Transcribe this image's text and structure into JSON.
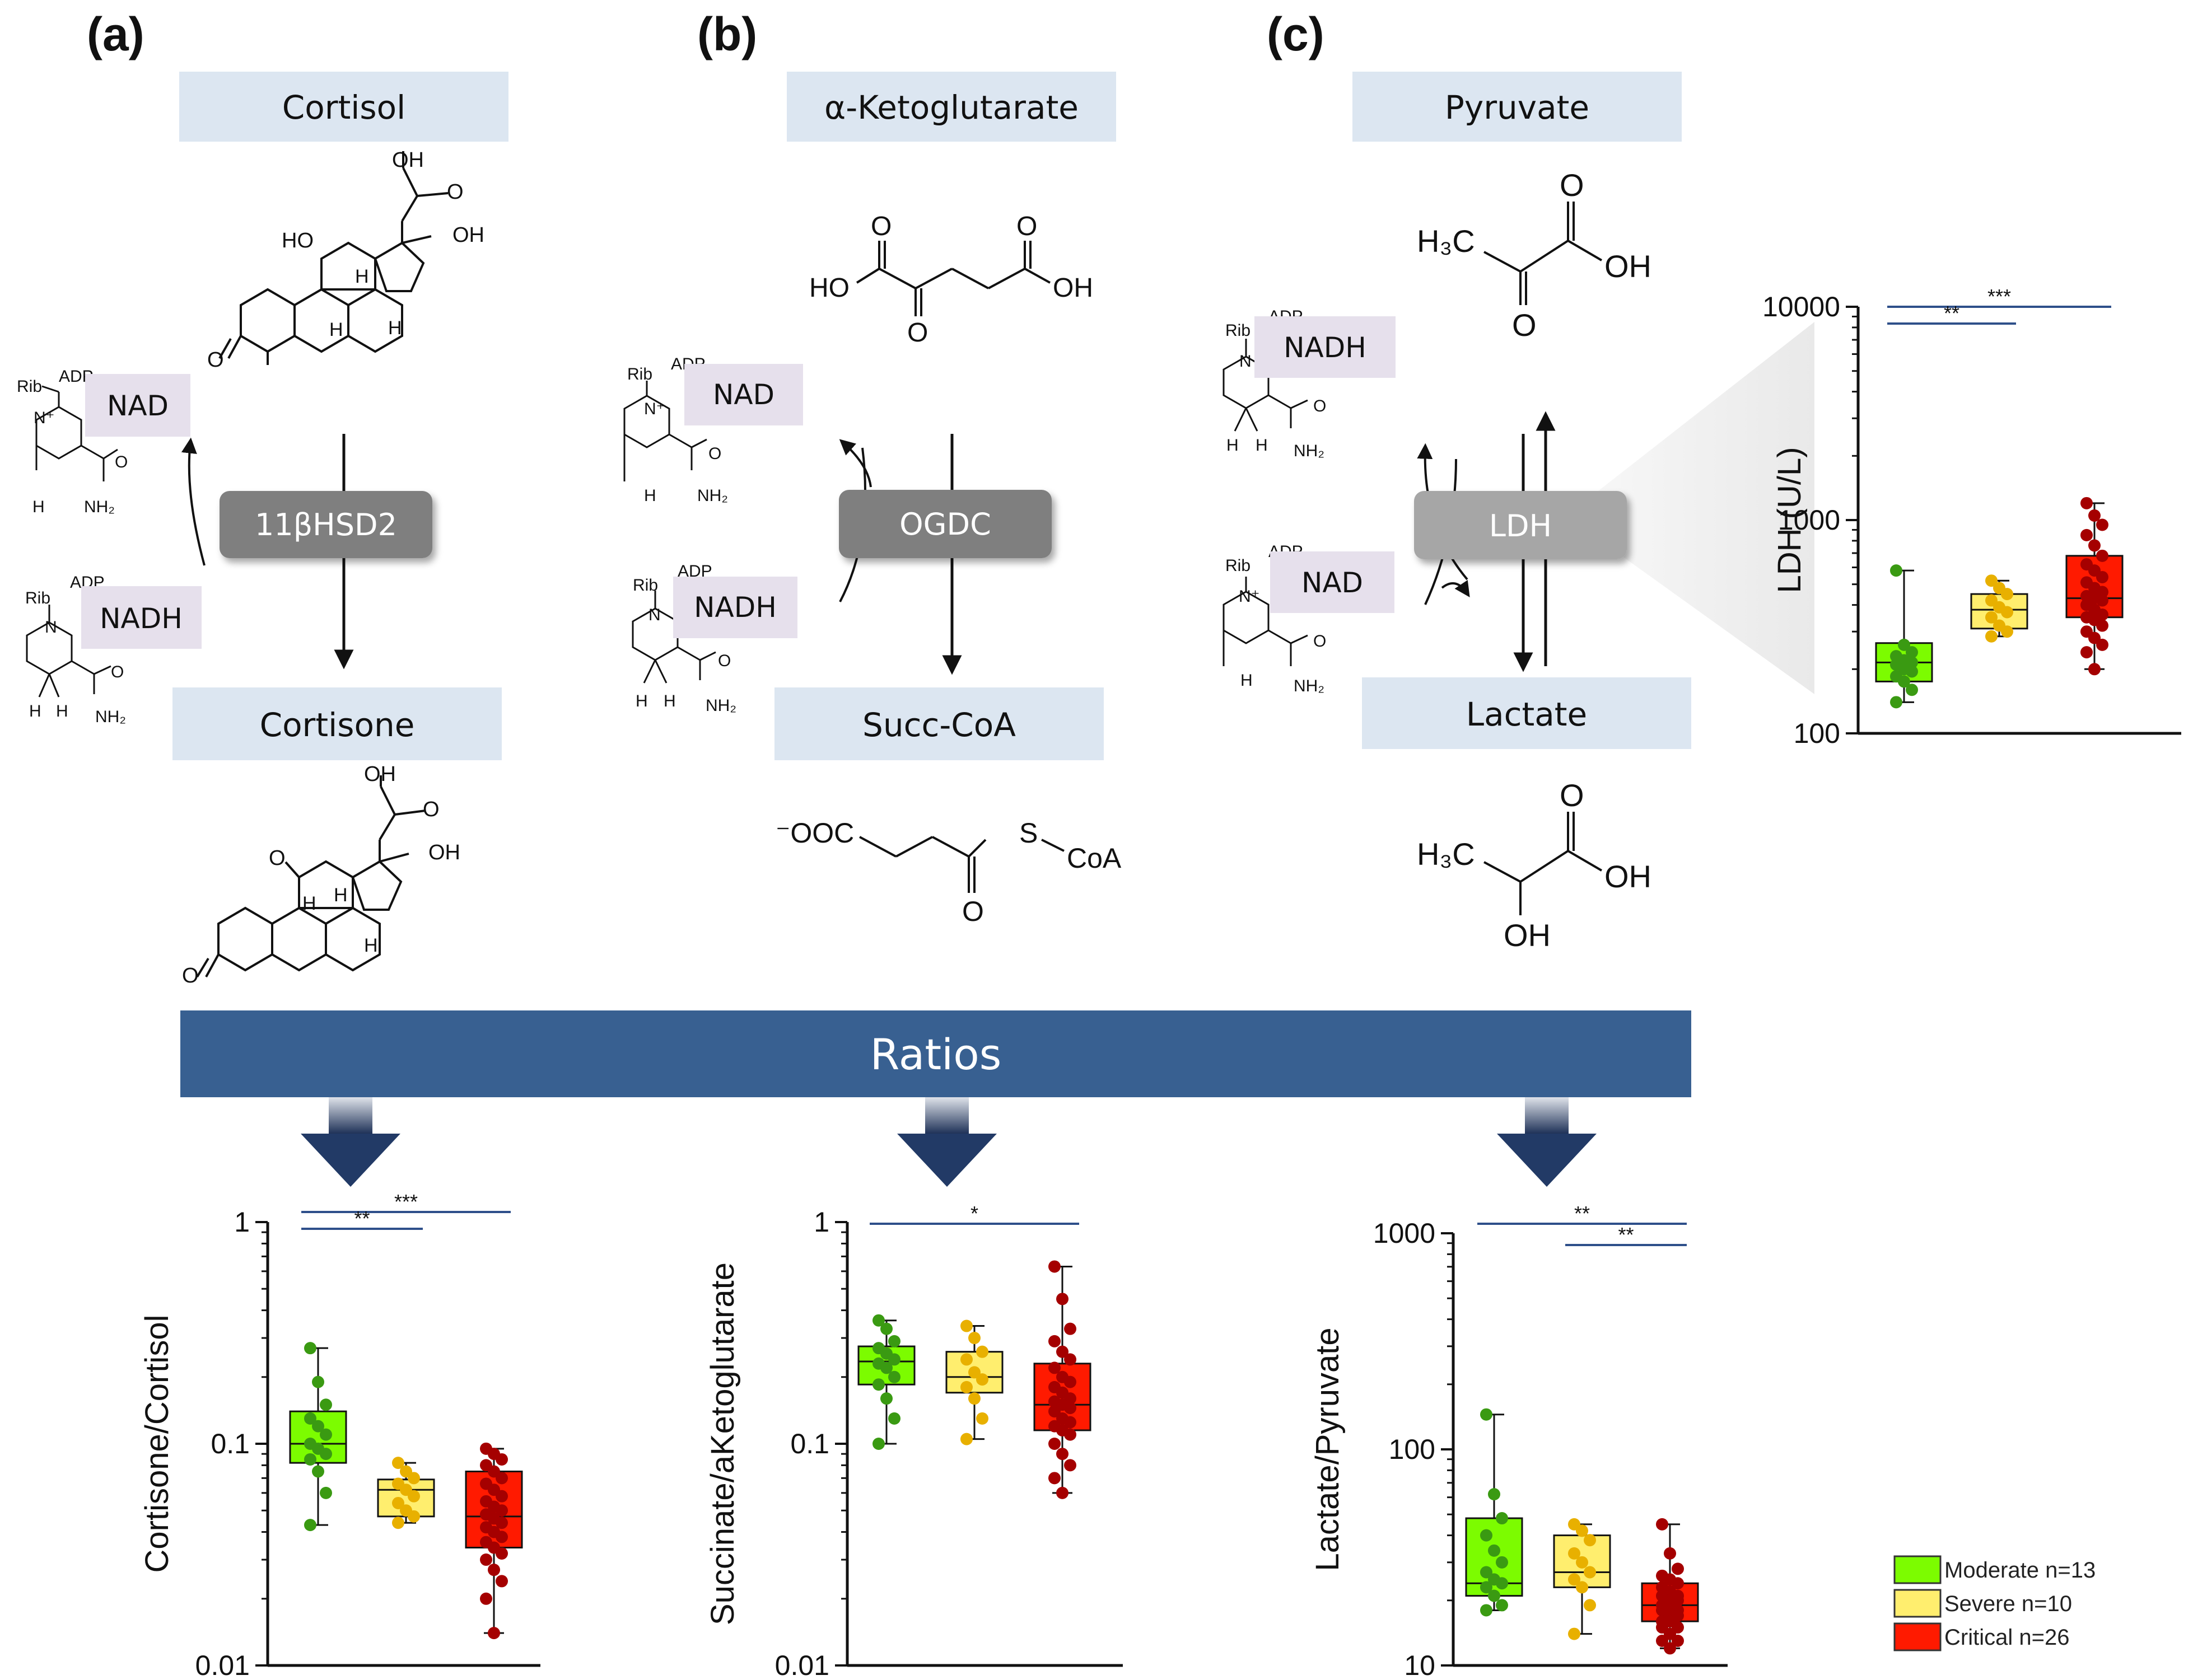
{
  "panels": {
    "a": {
      "label": "(a)",
      "substrate": "Cortisol",
      "product": "Cortisone",
      "enzyme": "11βHSD2",
      "cofactor_top": "NAD",
      "cofactor_bottom": "NADH"
    },
    "b": {
      "label": "(b)",
      "substrate": "α-Ketoglutarate",
      "product": "Succ-CoA",
      "enzyme": "OGDC",
      "cofactor_top": "NAD",
      "cofactor_bottom": "NADH"
    },
    "c": {
      "label": "(c)",
      "substrate": "Pyruvate",
      "product": "Lactate",
      "enzyme": "LDH",
      "cofactor_top": "NADH",
      "cofactor_bottom": "NAD"
    }
  },
  "structure_text": {
    "oh": "OH",
    "o": "O",
    "ho": "HO",
    "h": "H",
    "rib": "Rib",
    "adp": "ADP",
    "nh2": "NH₂",
    "h3c": "H₃C",
    "coa": "CoA",
    "s": "S",
    "ooc": "⁻OOC",
    "n": "N",
    "nplus": "N⁺"
  },
  "banner": {
    "label": "Ratios"
  },
  "colors": {
    "moderate": "#7cfc00",
    "moderate_dot": "#3a9a12",
    "severe": "#ffee6e",
    "severe_dot": "#e8b000",
    "critical": "#ff1a00",
    "critical_dot": "#a50000",
    "box_label_bg": "#dce6f1",
    "cofactor_bg": "#e6e0ec",
    "enzyme_bg": "#7f7f7f",
    "banner_bg": "#386091",
    "sig_line": "#2e4f8a"
  },
  "legend": [
    {
      "key": "moderate",
      "label": "Moderate n=13"
    },
    {
      "key": "severe",
      "label": "Severe n=10"
    },
    {
      "key": "critical",
      "label": "Critical n=26"
    }
  ],
  "chart_data": [
    {
      "type": "box",
      "id": "ldh",
      "ylabel": "LDH (U/L)",
      "yscale": "log",
      "ylim": [
        100,
        10000
      ],
      "yticks": [
        "100",
        "1000",
        "10000"
      ],
      "groups": [
        {
          "key": "moderate",
          "min": 140,
          "q1": 175,
          "median": 215,
          "q3": 265,
          "max": 580,
          "points": [
            580,
            260,
            240,
            230,
            220,
            215,
            210,
            200,
            195,
            185,
            175,
            160,
            140
          ]
        },
        {
          "key": "severe",
          "min": 285,
          "q1": 310,
          "median": 380,
          "q3": 450,
          "max": 520,
          "points": [
            520,
            480,
            450,
            420,
            390,
            370,
            350,
            320,
            300,
            285
          ]
        },
        {
          "key": "critical",
          "min": 200,
          "q1": 350,
          "median": 430,
          "q3": 680,
          "max": 1200,
          "points": [
            1200,
            1050,
            950,
            850,
            760,
            680,
            620,
            580,
            540,
            510,
            480,
            460,
            440,
            430,
            420,
            400,
            380,
            360,
            350,
            340,
            320,
            300,
            280,
            260,
            240,
            200
          ]
        }
      ],
      "significance": [
        {
          "from": 0,
          "to": 2,
          "label": "***"
        },
        {
          "from": 0,
          "to": 1,
          "label": "**"
        }
      ]
    },
    {
      "type": "box",
      "id": "cortisone-cortisol",
      "ylabel": "Cortisone/Cortisol",
      "yscale": "log",
      "ylim": [
        0.01,
        1
      ],
      "yticks": [
        "0.01",
        "0.1",
        "1"
      ],
      "groups": [
        {
          "key": "moderate",
          "min": 0.043,
          "q1": 0.082,
          "median": 0.1,
          "q3": 0.14,
          "max": 0.27,
          "points": [
            0.27,
            0.19,
            0.15,
            0.13,
            0.12,
            0.11,
            0.1,
            0.095,
            0.09,
            0.085,
            0.075,
            0.06,
            0.043
          ]
        },
        {
          "key": "severe",
          "min": 0.044,
          "q1": 0.047,
          "median": 0.062,
          "q3": 0.069,
          "max": 0.082,
          "points": [
            0.082,
            0.075,
            0.07,
            0.066,
            0.062,
            0.058,
            0.054,
            0.05,
            0.047,
            0.044
          ]
        },
        {
          "key": "critical",
          "min": 0.014,
          "q1": 0.034,
          "median": 0.047,
          "q3": 0.075,
          "max": 0.095,
          "points": [
            0.095,
            0.09,
            0.085,
            0.08,
            0.075,
            0.07,
            0.066,
            0.062,
            0.058,
            0.055,
            0.052,
            0.05,
            0.048,
            0.046,
            0.044,
            0.042,
            0.04,
            0.038,
            0.036,
            0.034,
            0.032,
            0.03,
            0.027,
            0.024,
            0.02,
            0.014
          ]
        }
      ],
      "significance": [
        {
          "from": 0,
          "to": 2,
          "label": "***"
        },
        {
          "from": 0,
          "to": 1,
          "label": "**"
        }
      ]
    },
    {
      "type": "box",
      "id": "succinate-aketoglutarate",
      "ylabel": "Succinate/aKetoglutarate",
      "yscale": "log",
      "ylim": [
        0.01,
        1
      ],
      "yticks": [
        "0.01",
        "0.1",
        "1"
      ],
      "groups": [
        {
          "key": "moderate",
          "min": 0.1,
          "q1": 0.185,
          "median": 0.235,
          "q3": 0.275,
          "max": 0.36,
          "points": [
            0.36,
            0.33,
            0.29,
            0.27,
            0.255,
            0.24,
            0.23,
            0.22,
            0.2,
            0.185,
            0.16,
            0.13,
            0.1
          ]
        },
        {
          "key": "severe",
          "min": 0.105,
          "q1": 0.17,
          "median": 0.2,
          "q3": 0.26,
          "max": 0.34,
          "points": [
            0.34,
            0.3,
            0.26,
            0.24,
            0.21,
            0.195,
            0.18,
            0.16,
            0.13,
            0.105
          ]
        },
        {
          "key": "critical",
          "min": 0.06,
          "q1": 0.115,
          "median": 0.15,
          "q3": 0.23,
          "max": 0.63,
          "points": [
            0.63,
            0.45,
            0.33,
            0.29,
            0.26,
            0.24,
            0.22,
            0.2,
            0.19,
            0.18,
            0.17,
            0.16,
            0.155,
            0.15,
            0.145,
            0.14,
            0.13,
            0.125,
            0.12,
            0.115,
            0.11,
            0.1,
            0.09,
            0.08,
            0.07,
            0.06
          ]
        }
      ],
      "significance": [
        {
          "from": 0,
          "to": 2,
          "label": "*"
        }
      ]
    },
    {
      "type": "box",
      "id": "lactate-pyruvate",
      "ylabel": "Lactate/Pyruvate",
      "yscale": "log",
      "ylim": [
        10,
        1000
      ],
      "yticks": [
        "10",
        "100",
        "1000"
      ],
      "groups": [
        {
          "key": "moderate",
          "min": 18,
          "q1": 21,
          "median": 24,
          "q3": 48,
          "max": 145,
          "points": [
            145,
            62,
            48,
            40,
            34,
            30,
            27,
            25,
            24,
            23,
            21,
            19,
            18
          ]
        },
        {
          "key": "severe",
          "min": 14,
          "q1": 23,
          "median": 27,
          "q3": 40,
          "max": 45,
          "points": [
            45,
            42,
            38,
            33,
            30,
            27,
            25,
            23,
            19,
            14
          ]
        },
        {
          "key": "critical",
          "min": 12,
          "q1": 16,
          "median": 19,
          "q3": 24,
          "max": 45,
          "points": [
            45,
            33,
            28,
            26,
            25,
            24,
            23,
            22,
            21,
            21,
            20,
            20,
            19,
            19,
            18,
            18,
            17,
            17,
            16,
            16,
            15,
            15,
            14,
            13,
            13,
            12
          ]
        }
      ],
      "significance": [
        {
          "from": 0,
          "to": 2,
          "label": "**"
        },
        {
          "from": 1,
          "to": 2,
          "label": "**"
        }
      ]
    }
  ]
}
